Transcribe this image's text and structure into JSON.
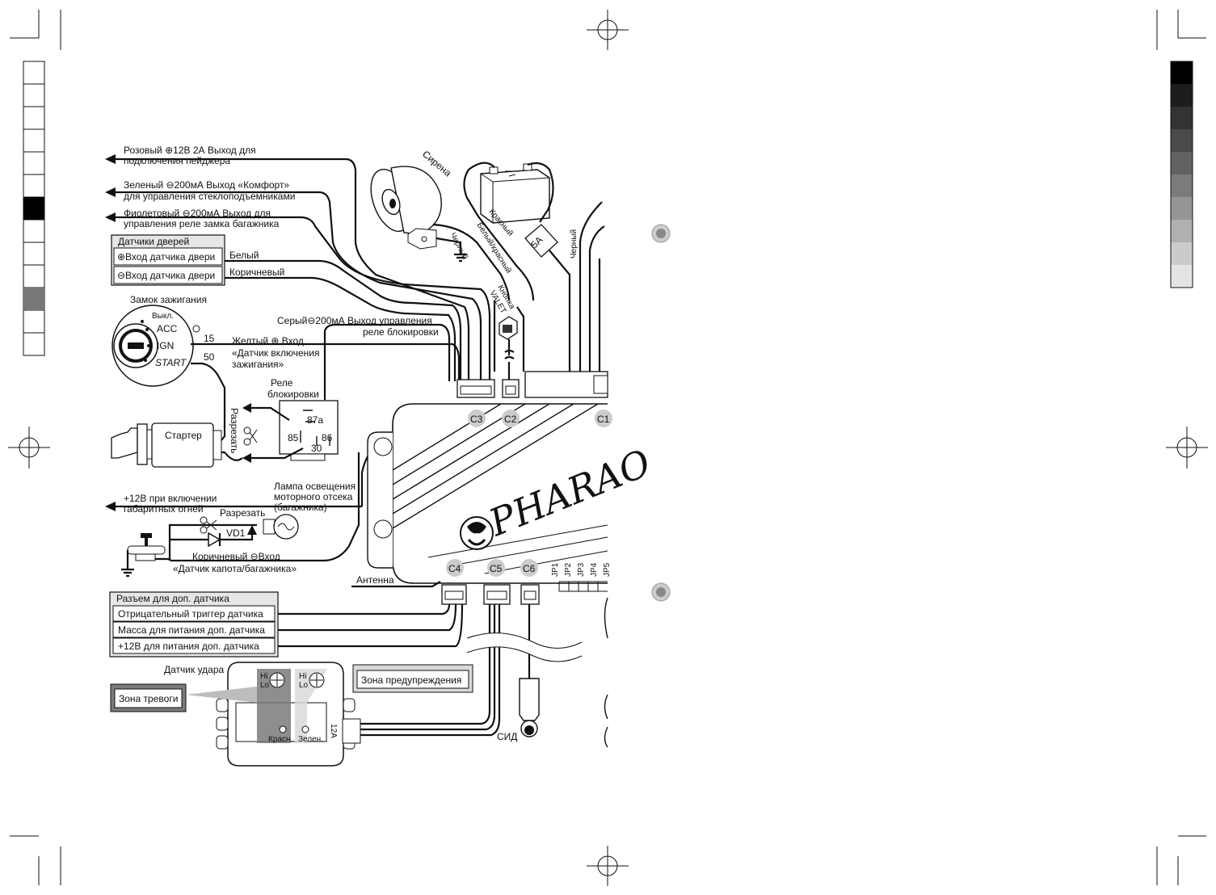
{
  "wires_left": {
    "pink": "Розовый ⊕12В 2А Выход для",
    "pink2": "подключения пейджера",
    "green": "Зеленый ⊖200мА  Выход «Комфорт»",
    "green2": "для управления стеклоподъемниками",
    "violet": "Фиолетовый ⊖200мА Выход для",
    "violet2": "управления реле замка багажника"
  },
  "door_sensors": {
    "title": "Датчики дверей",
    "plus": "⊕Вход датчика двери",
    "minus": "⊖Вход датчика двери",
    "white": "Белый",
    "brown": "Коричневый"
  },
  "ignition": {
    "title": "Замок зажигания",
    "off": "Выкл.",
    "acc": "ACC",
    "ign": "IGN",
    "start": "START",
    "pin15": "15",
    "pin50": "50",
    "yellow1": "Желтый ⊕ Вход",
    "yellow2": "«Датчик включения",
    "yellow3": "зажигания»"
  },
  "gray_wire": {
    "line1": "Серый⊖200мА Выход управления",
    "line2": "реле блокировки"
  },
  "relay": {
    "title1": "Реле",
    "title2": "блокировки",
    "p87a": "87а",
    "p85": "85",
    "p86": "86",
    "p30": "30",
    "cut": "Разрезать"
  },
  "starter": {
    "label": "Стартер"
  },
  "lights": {
    "line1": "+12В при включении",
    "line2": "габаритных огней",
    "cut": "Разрезать",
    "diode": "VD1",
    "lamp1": "Лампа освещения",
    "lamp2": "моторного отсека",
    "lamp3": "(багажника)",
    "brown1": "Коричневый ⊖Вход",
    "brown2": "«Датчик капота/багажника»"
  },
  "top": {
    "siren": "Сирена",
    "black1": "Черный",
    "red": "Красный",
    "white_red": "Белый/красный",
    "fuse": "5А",
    "black2": "Черный",
    "valet1": "Кнопка",
    "valet2": "VALET"
  },
  "connectors": {
    "c1": "C1",
    "c2": "C2",
    "c3": "C3",
    "c4": "C4",
    "c5": "C5",
    "c6": "C6",
    "jp1": "JP1",
    "jp2": "JP2",
    "jp3": "JP3",
    "jp4": "JP4",
    "jp5": "JP5"
  },
  "unit": {
    "brand": "PHARAO"
  },
  "antenna": "Антенна",
  "extra_sensor": {
    "title": "Разъем для доп. датчика",
    "row1": "Отрицательный триггер датчика",
    "row2": "Масса для питания доп. датчика",
    "row3": "+12В для питания доп. датчика"
  },
  "shock_sensor": {
    "title": "Датчик удара",
    "alarm_zone": "Зона тревоги",
    "warn_zone": "Зона предупреждения",
    "hi": "Hi",
    "lo": "Lo",
    "red": "Красн.",
    "green": "Зелен.",
    "pin": "12А"
  },
  "led": "СИД",
  "colors": {
    "ink": "#111111",
    "gray_fill": "#7a7a7a",
    "light_fill": "#e6e6e6"
  }
}
